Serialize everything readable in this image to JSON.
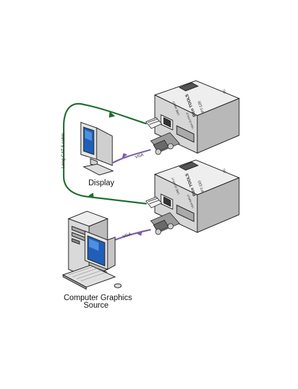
{
  "labels": {
    "display": "Display",
    "source_line1": "Computer Graphics",
    "source_line2": "Source",
    "cable": "Long CAT 5 cable",
    "vga_top": "VGA",
    "vga_bottom": "VGA"
  },
  "top_unit": {
    "brand": "Pico TOOLS",
    "model": "PT-120",
    "port_line": "LINE INPUT",
    "port_vga": "VGA OUTPUT",
    "dc": "DC"
  },
  "bottom_unit": {
    "brand": "Pico TOOLS",
    "model": "PT-110",
    "port_line": "LINE OUTPUT",
    "port_vga": "VGA INPUT",
    "dc": "DC"
  },
  "colors": {
    "cable_green": "#1d6b2f",
    "vga_purple": "#7b5ea8",
    "box_body": "#d9d9d9",
    "box_dark": "#8a8a8a"
  }
}
